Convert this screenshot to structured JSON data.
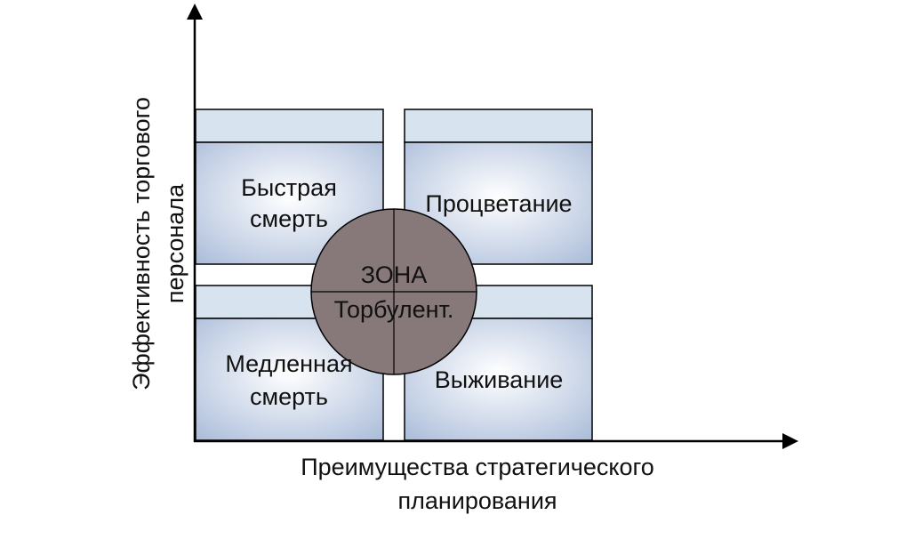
{
  "axes": {
    "y_label_line1": "Эффективность торгового",
    "y_label_line2": "персонала",
    "x_label_line1": "Преимущества стратегического",
    "x_label_line2": "планирования"
  },
  "quadrants": {
    "top_left": {
      "line1": "Быстрая",
      "line2": "смерть"
    },
    "top_right": {
      "line1": "Процветание"
    },
    "bottom_left": {
      "line1": "Медленная",
      "line2": "смерть"
    },
    "bottom_right": {
      "line1": "Выживание"
    }
  },
  "center_zone": {
    "line1": "ЗОНА",
    "line2": "Торбулент."
  },
  "colors": {
    "box_header": "#d8e3f0",
    "box_gradient_light": "#ffffff",
    "box_gradient_dark": "#a9bbd9",
    "circle_fill": "#877879",
    "stroke": "#000000"
  }
}
